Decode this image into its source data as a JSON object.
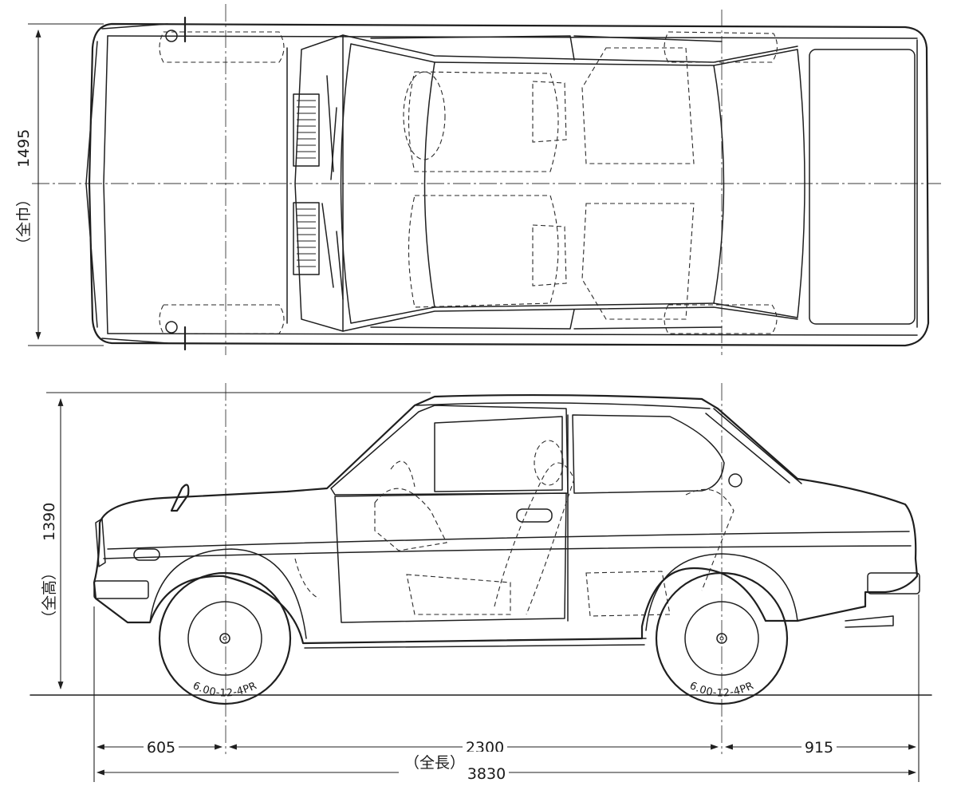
{
  "dimensions": {
    "width": "1495",
    "width_label": "（全巾）",
    "height": "1390",
    "height_label": "（全高）",
    "front_overhang": "605",
    "wheelbase": "2300",
    "rear_overhang": "915",
    "length": "3830",
    "length_label": "（全長）"
  },
  "tyres": {
    "front": "6.00-12-4PR",
    "rear": "6.00-12-4PR"
  },
  "colors": {
    "line": "#1f1f1f",
    "background": "#ffffff"
  }
}
